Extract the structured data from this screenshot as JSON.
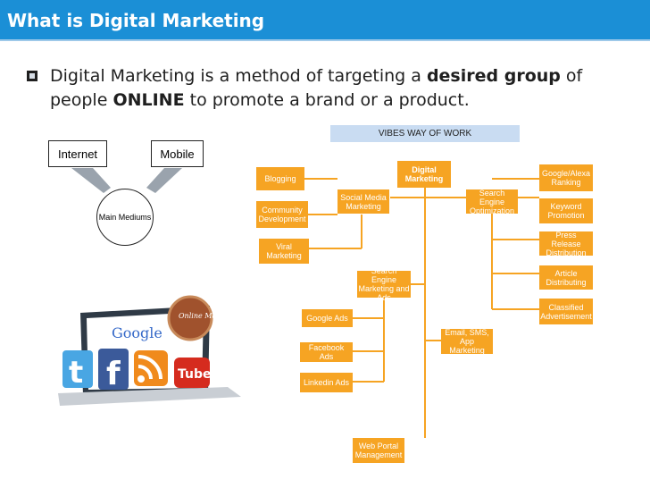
{
  "header": {
    "title": "What is Digital Marketing"
  },
  "bullet": {
    "part1": "Digital Marketing is a method of targeting a ",
    "bold1": "desired group",
    "part2": " of people ",
    "bold2": "ONLINE",
    "part3": " to promote a brand or a product."
  },
  "mediums": {
    "internet": "Internet",
    "mobile": "Mobile",
    "main": "Main Mediums"
  },
  "illustration": {
    "google": "Google",
    "youtube": "Tube",
    "badge": "Online Marketing"
  },
  "diagram": {
    "title": "VIBES WAY OF WORK",
    "digital_marketing": "Digital Marketing",
    "blogging": "Blogging",
    "community": "Community Development",
    "viral": "Viral Marketing",
    "social_media": "Social Media Marketing",
    "search_engine_marketing": "Search Engine Marketing and Ads",
    "google_ads": "Google Ads",
    "facebook_ads": "Facebook Ads",
    "linkedin_ads": "Linkedin Ads",
    "email_sms": "Email, SMS, App Marketing",
    "web_portal": "Web Portal Management",
    "seo": "Search Engine Optimization",
    "google_alexa": "Google/Alexa Ranking",
    "keyword": "Keyword Promotion",
    "press_release": "Press Release Distribution",
    "article": "Article Distributing",
    "classified": "Classified Advertisement"
  },
  "colors": {
    "header": "#1b8fd6",
    "box": "#f6a423",
    "vibes_bg": "#c9dcf2"
  }
}
